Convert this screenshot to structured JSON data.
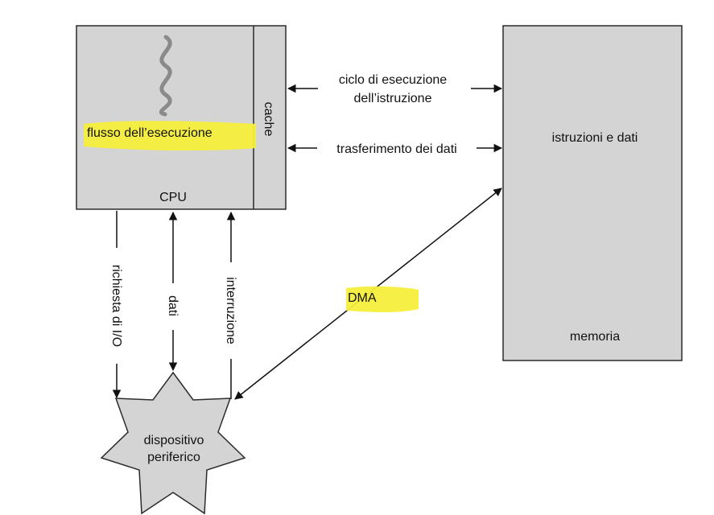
{
  "colors": {
    "box_fill": "#d4d4d4",
    "stroke": "#2b2b2b",
    "highlight": "#f6ef3c",
    "squiggle": "#8a8a8a",
    "arrow": "#111111"
  },
  "cpu": {
    "flow_label": "flusso dell’esecuzione",
    "cpu_label": "CPU",
    "cache_label": "cache"
  },
  "memory": {
    "content_label": "istruzioni e dati",
    "memory_label": "memoria"
  },
  "arrows": {
    "instruction_cycle_line1": "ciclo di esecuzione",
    "instruction_cycle_line2": "dell’istruzione",
    "data_transfer": "trasferimento dei dati",
    "io_request": "richiesta di I/O",
    "data": "dati",
    "interrupt": "interruzione",
    "dma": "DMA"
  },
  "device": {
    "line1": "dispositivo",
    "line2": "periferico"
  }
}
